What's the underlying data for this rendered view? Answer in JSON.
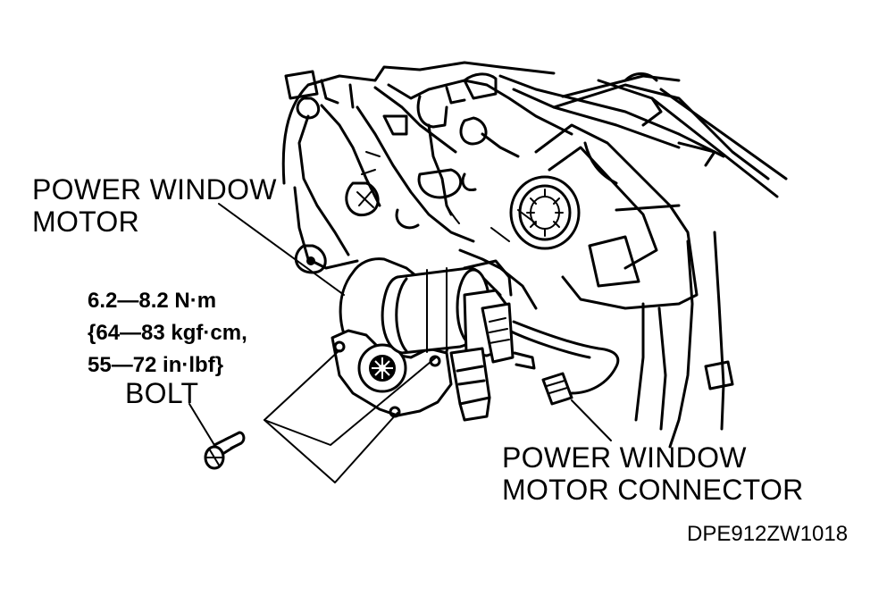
{
  "labels": {
    "motor": [
      "POWER WINDOW",
      "MOTOR"
    ],
    "torque": [
      "6.2—8.2 N·m",
      "{64—83 kgf·cm,",
      "55—72 in·lbf}"
    ],
    "bolt": "BOLT",
    "connector": [
      "POWER WINDOW",
      "MOTOR CONNECTOR"
    ],
    "code": "DPE912ZW1018"
  },
  "colors": {
    "line": "#000000",
    "background": "#ffffff"
  }
}
